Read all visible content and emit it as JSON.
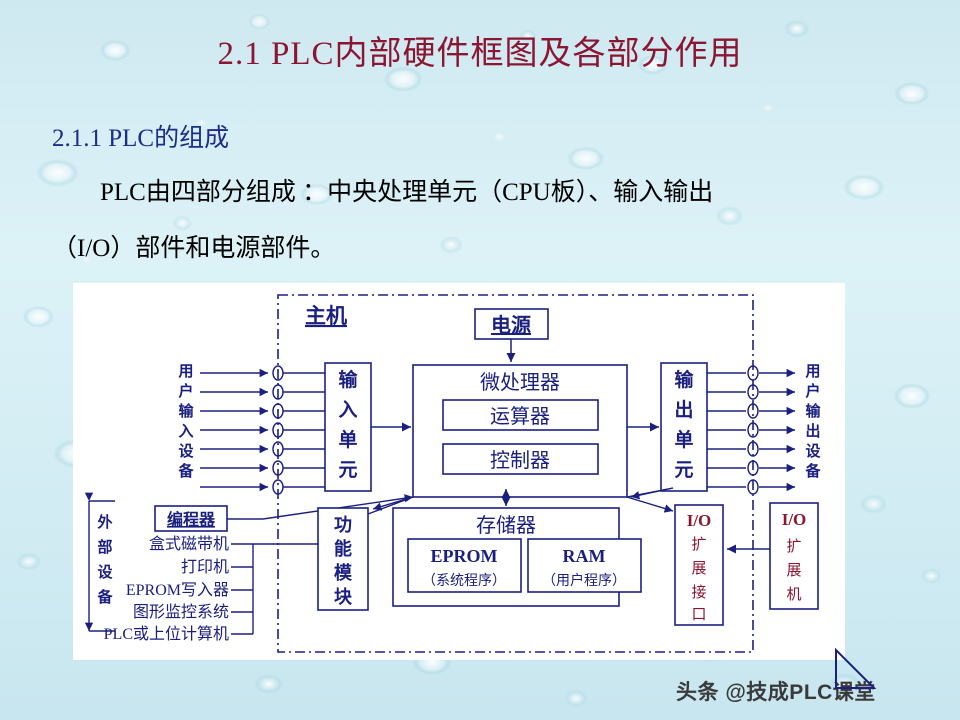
{
  "slide": {
    "title": "2.1 PLC内部硬件框图及各部分作用",
    "subtitle": "2.1.1   PLC的组成",
    "body_line_1": "PLC由四部分组成 ：中央处理单元（CPU板）、输入输出",
    "body_line_2": "（I/O）部件和电源部件。",
    "watermark": "头条 @技成PLC课堂"
  },
  "colors": {
    "title": "#8b1631",
    "subtitle": "#1b2e8a",
    "body": "#000000",
    "diagram_line": "#1b2080",
    "diagram_accent_red": "#8b1631",
    "background": "#d2ecf3",
    "panel": "#ffffff"
  },
  "diagram": {
    "host_label": "主机",
    "power_label": "电源",
    "cpu_label": "微处理器",
    "alu_label": "运算器",
    "controller_label": "控制器",
    "input_unit_label": "输入单元",
    "output_unit_label": "输出单元",
    "user_input_devices_label": "用户输入设备",
    "user_output_devices_label": "用户输出设备",
    "programmer_label": "编程器",
    "function_module_label": "功能模块",
    "memory_label": "存储器",
    "eprom_label": "EPROM",
    "eprom_sub_label": "（系统程序）",
    "ram_label": "RAM",
    "ram_sub_label": "（用户程序）",
    "io_expansion_port_label": "I/O",
    "io_expansion_port_sub_label": "扩展接口",
    "io_expansion_unit_label": "I/O",
    "io_expansion_unit_sub_label": "扩展机",
    "external_devices_label": "外部设备",
    "external_devices_list": [
      "盒式磁带机",
      "打印机",
      "EPROM写入器",
      "图形监控系统",
      "PLC或上位计算机"
    ],
    "input_terminal_count": 7,
    "output_terminal_count": 7
  }
}
